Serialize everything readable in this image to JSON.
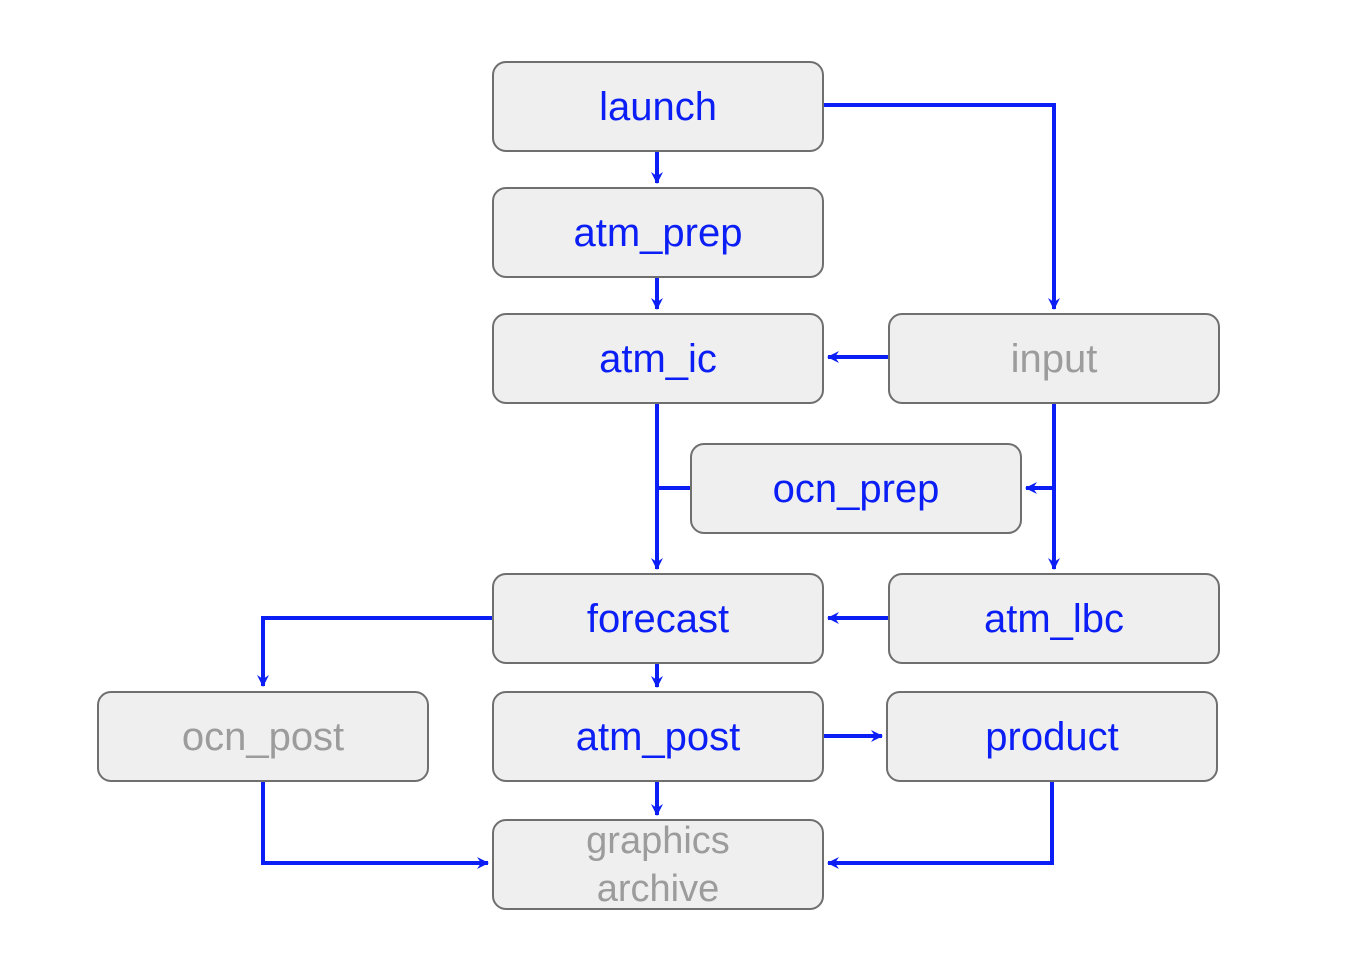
{
  "colors": {
    "edge": "#0a1ef5",
    "active_text": "#0a1ef5",
    "inactive_text": "#9c9c9c",
    "node_fill": "#efefef",
    "node_border": "#6f6f6f"
  },
  "nodes": {
    "launch": {
      "label": "launch",
      "state": "active"
    },
    "atm_prep": {
      "label": "atm_prep",
      "state": "active"
    },
    "atm_ic": {
      "label": "atm_ic",
      "state": "active"
    },
    "input": {
      "label": "input",
      "state": "inactive"
    },
    "ocn_prep": {
      "label": "ocn_prep",
      "state": "active"
    },
    "forecast": {
      "label": "forecast",
      "state": "active"
    },
    "atm_lbc": {
      "label": "atm_lbc",
      "state": "active"
    },
    "ocn_post": {
      "label": "ocn_post",
      "state": "inactive"
    },
    "atm_post": {
      "label": "atm_post",
      "state": "active"
    },
    "product": {
      "label": "product",
      "state": "active"
    },
    "graphics_archive": {
      "label_line1": "graphics",
      "label_line2": "archive",
      "state": "inactive"
    }
  },
  "edges": [
    {
      "from": "launch",
      "to": "atm_prep"
    },
    {
      "from": "launch",
      "to": "input"
    },
    {
      "from": "atm_prep",
      "to": "atm_ic"
    },
    {
      "from": "input",
      "to": "atm_ic"
    },
    {
      "from": "input",
      "to": "ocn_prep"
    },
    {
      "from": "input",
      "to": "atm_lbc"
    },
    {
      "from": "atm_ic",
      "to": "forecast"
    },
    {
      "from": "ocn_prep",
      "to": "forecast"
    },
    {
      "from": "atm_lbc",
      "to": "forecast"
    },
    {
      "from": "forecast",
      "to": "ocn_post"
    },
    {
      "from": "forecast",
      "to": "atm_post"
    },
    {
      "from": "atm_post",
      "to": "product"
    },
    {
      "from": "atm_post",
      "to": "graphics_archive"
    },
    {
      "from": "ocn_post",
      "to": "graphics_archive"
    },
    {
      "from": "product",
      "to": "graphics_archive"
    }
  ]
}
